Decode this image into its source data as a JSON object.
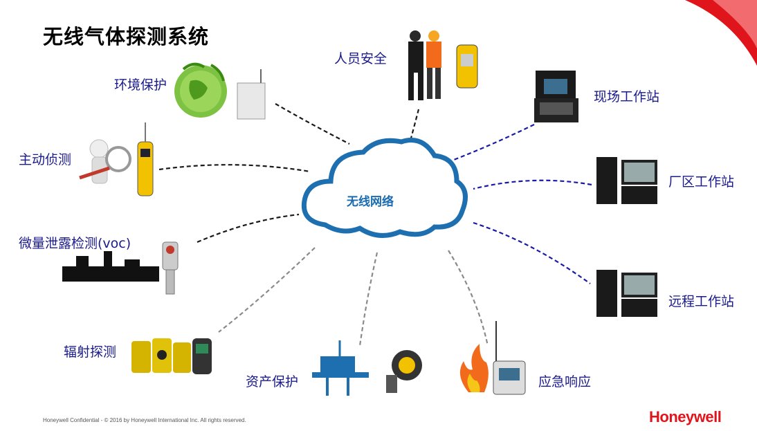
{
  "title": "无线气体探测系统",
  "center": {
    "label": "无线网络"
  },
  "nodes": {
    "env": "环境保护",
    "personnel": "人员安全",
    "field_ws": "现场工作站",
    "active": "主动侦测",
    "plant_ws": "厂区工作站",
    "voc": "微量泄露检测(voc)",
    "remote_ws": "远程工作站",
    "radiation": "辐射探测",
    "asset": "资产保护",
    "emergency": "应急响应"
  },
  "footer": "Honeywell Confidential - © 2016 by Honeywell International Inc. All rights reserved.",
  "logo": "Honeywell",
  "colors": {
    "left_links": "#1a1a1a",
    "right_links": "#1a1aa8",
    "bottom_links": "#8a8a8a",
    "cloud_stroke": "#1e6fb0",
    "accent": "#e0141b"
  }
}
